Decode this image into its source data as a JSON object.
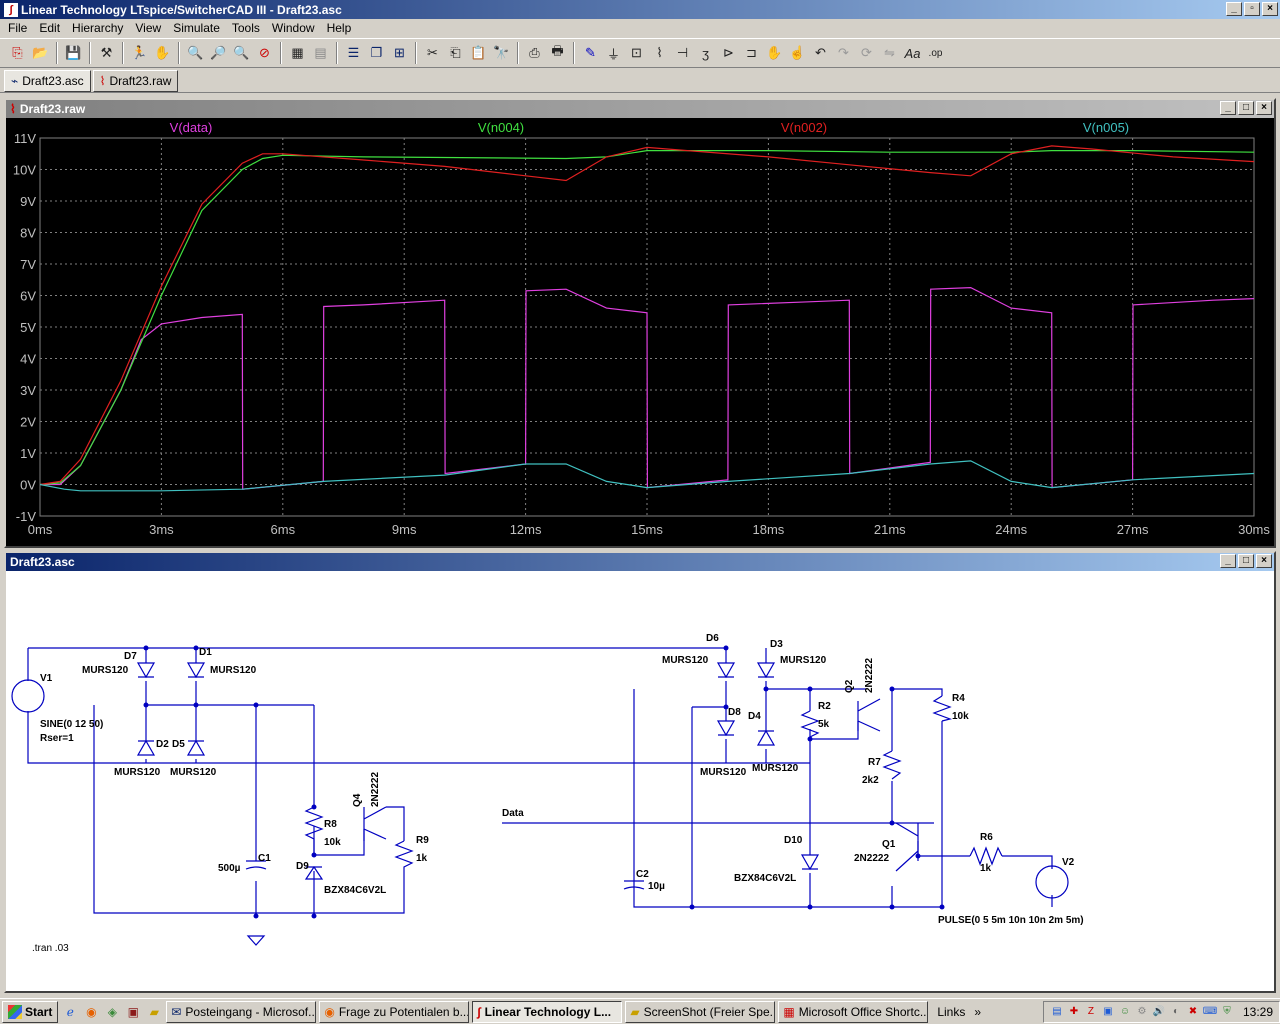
{
  "app": {
    "title": "Linear Technology LTspice/SwitcherCAD III - Draft23.asc",
    "icon": "ltspice-logo-icon"
  },
  "menu": [
    "File",
    "Edit",
    "Hierarchy",
    "View",
    "Simulate",
    "Tools",
    "Window",
    "Help"
  ],
  "toolbar": {
    "icons": [
      "new-schematic-icon",
      "open-icon",
      "save-icon",
      "control-panel-icon",
      "run-icon",
      "halt-icon",
      "zoom-in-icon",
      "zoom-full-icon",
      "zoom-out-icon",
      "zoom-cancel-icon",
      "autorange-icon",
      "grid-icon",
      "tile-horizontal-icon",
      "cascade-icon",
      "tile-icon",
      "cut-icon",
      "copy-icon",
      "paste-icon",
      "find-icon",
      "print-setup-icon",
      "print-icon",
      "draw-wire-icon",
      "ground-icon",
      "label-icon",
      "resistor-icon",
      "capacitor-icon",
      "inductor-icon",
      "diode-icon",
      "component-icon",
      "move-icon",
      "drag-icon",
      "undo-icon",
      "redo-icon",
      "rotate-icon",
      "mirror-icon",
      "text-icon",
      "spice-directive-icon"
    ]
  },
  "tabs": [
    {
      "label": "Draft23.asc",
      "icon": "schematic-icon"
    },
    {
      "label": "Draft23.raw",
      "icon": "waveform-icon"
    }
  ],
  "wave_window": {
    "title": "Draft23.raw"
  },
  "sch_window": {
    "title": "Draft23.asc"
  },
  "chart_data": {
    "type": "line",
    "xlabel": "",
    "ylabel": "",
    "xlim": [
      0,
      30
    ],
    "ylim": [
      -1,
      11
    ],
    "x_ticks": [
      "0ms",
      "3ms",
      "6ms",
      "9ms",
      "12ms",
      "15ms",
      "18ms",
      "21ms",
      "24ms",
      "27ms",
      "30ms"
    ],
    "y_ticks": [
      "-1V",
      "0V",
      "1V",
      "2V",
      "3V",
      "4V",
      "5V",
      "6V",
      "7V",
      "8V",
      "9V",
      "10V",
      "11V"
    ],
    "grid": true,
    "background": "#000000",
    "series": [
      {
        "name": "V(data)",
        "color": "#e040e0",
        "points": [
          [
            0,
            0
          ],
          [
            0.5,
            0
          ],
          [
            1,
            0.6
          ],
          [
            2,
            3.0
          ],
          [
            2.5,
            4.6
          ],
          [
            3,
            5.1
          ],
          [
            4,
            5.3
          ],
          [
            5,
            5.4
          ],
          [
            5.01,
            -0.15
          ],
          [
            7,
            0.1
          ],
          [
            7.01,
            5.65
          ],
          [
            8,
            5.7
          ],
          [
            10,
            5.85
          ],
          [
            10.01,
            0.35
          ],
          [
            12,
            0.65
          ],
          [
            12.01,
            6.15
          ],
          [
            13,
            6.2
          ],
          [
            14,
            5.6
          ],
          [
            15,
            5.45
          ],
          [
            15.01,
            -0.1
          ],
          [
            17,
            0.15
          ],
          [
            17.01,
            5.7
          ],
          [
            19,
            5.8
          ],
          [
            20,
            5.85
          ],
          [
            20.01,
            0.35
          ],
          [
            22,
            0.7
          ],
          [
            22.01,
            6.2
          ],
          [
            23,
            6.25
          ],
          [
            24,
            5.6
          ],
          [
            25,
            5.45
          ],
          [
            25.01,
            -0.1
          ],
          [
            27,
            0.15
          ],
          [
            27.01,
            5.7
          ],
          [
            29,
            5.85
          ],
          [
            30,
            5.9
          ]
        ]
      },
      {
        "name": "V(n004)",
        "color": "#40e040",
        "points": [
          [
            0,
            0
          ],
          [
            0.5,
            0.05
          ],
          [
            1,
            0.6
          ],
          [
            2,
            3.0
          ],
          [
            3,
            6.0
          ],
          [
            4,
            8.7
          ],
          [
            5,
            10.0
          ],
          [
            5.5,
            10.35
          ],
          [
            6,
            10.45
          ],
          [
            8,
            10.4
          ],
          [
            10,
            10.38
          ],
          [
            13,
            10.35
          ],
          [
            14,
            10.4
          ],
          [
            15,
            10.6
          ],
          [
            18,
            10.6
          ],
          [
            21,
            10.55
          ],
          [
            24,
            10.55
          ],
          [
            25,
            10.6
          ],
          [
            27,
            10.6
          ],
          [
            30,
            10.55
          ]
        ]
      },
      {
        "name": "V(n002)",
        "color": "#e02020",
        "points": [
          [
            0,
            0
          ],
          [
            0.5,
            0.1
          ],
          [
            1,
            0.8
          ],
          [
            2,
            3.3
          ],
          [
            3,
            6.3
          ],
          [
            4,
            8.9
          ],
          [
            5,
            10.2
          ],
          [
            5.5,
            10.5
          ],
          [
            6,
            10.5
          ],
          [
            8,
            10.3
          ],
          [
            10,
            10.1
          ],
          [
            12,
            9.8
          ],
          [
            13,
            9.65
          ],
          [
            14,
            10.4
          ],
          [
            15,
            10.7
          ],
          [
            16,
            10.6
          ],
          [
            18,
            10.4
          ],
          [
            20,
            10.15
          ],
          [
            22,
            9.9
          ],
          [
            23,
            9.8
          ],
          [
            24,
            10.5
          ],
          [
            25,
            10.75
          ],
          [
            26,
            10.65
          ],
          [
            28,
            10.4
          ],
          [
            30,
            10.25
          ]
        ]
      },
      {
        "name": "V(n005)",
        "color": "#40c0c0",
        "points": [
          [
            0,
            0
          ],
          [
            0.6,
            -0.15
          ],
          [
            1,
            -0.2
          ],
          [
            3,
            -0.2
          ],
          [
            5,
            -0.15
          ],
          [
            7,
            0.1
          ],
          [
            10,
            0.3
          ],
          [
            12,
            0.65
          ],
          [
            13,
            0.65
          ],
          [
            14,
            0.1
          ],
          [
            15,
            -0.1
          ],
          [
            17,
            0.1
          ],
          [
            20,
            0.35
          ],
          [
            22,
            0.65
          ],
          [
            23,
            0.75
          ],
          [
            24,
            0.1
          ],
          [
            25,
            -0.1
          ],
          [
            27,
            0.15
          ],
          [
            30,
            0.35
          ]
        ]
      }
    ]
  },
  "schematic": {
    "labels": {
      "v1": "V1",
      "v1_value": "SINE(0 12 50)",
      "v1_rser": "Rser=1",
      "d7": "D7",
      "d7_model": "MURS120",
      "d1": "D1",
      "d1_model": "MURS120",
      "d2": "D2",
      "d2_model": "MURS120",
      "d5": "D5",
      "d5_model": "MURS120",
      "c1": "C1",
      "c1_value": "500µ",
      "r8": "R8",
      "r8_value": "10k",
      "d9": "D9",
      "d9_model": "BZX84C6V2L",
      "q4": "Q4",
      "q4_model": "2N2222",
      "r9": "R9",
      "r9_value": "1k",
      "data_label": "Data",
      "d6": "D6",
      "d6_model": "MURS120",
      "d3": "D3",
      "d3_model": "MURS120",
      "d8": "D8",
      "d8_model": "MURS120",
      "d4": "D4",
      "d4_model": "MURS120",
      "q2": "Q2",
      "q2_model": "2N2222",
      "r2": "R2",
      "r2_value": "5k",
      "r4": "R4",
      "r4_value": "10k",
      "r7": "R7",
      "r7_value": "2k2",
      "d10": "D10",
      "d10_model": "BZX84C6V2L",
      "q1": "Q1",
      "q1_model": "2N2222",
      "r6": "R6",
      "r6_value": "1k",
      "v2": "V2",
      "v2_value": "PULSE(0 5 5m 10n 10n 2m 5m)",
      "c2": "C2",
      "c2_value": "10µ",
      "directive": ".tran .03"
    }
  },
  "taskbar": {
    "start": "Start",
    "quicklaunch": [
      "ie-icon",
      "firefox-icon",
      "explorer-icon",
      "winrar-icon",
      "folder-icon"
    ],
    "tasks": [
      {
        "label": "Posteingang - Microsof...",
        "icon": "outlook-icon",
        "active": false
      },
      {
        "label": "Frage zu Potentialen b...",
        "icon": "firefox-icon",
        "active": false
      },
      {
        "label": "Linear Technology L...",
        "icon": "ltspice-icon",
        "active": true
      },
      {
        "label": "ScreenShot (Freier Spe...",
        "icon": "folder-icon",
        "active": false
      },
      {
        "label": "Microsoft Office Shortc...",
        "icon": "office-icon",
        "active": false
      }
    ],
    "links": "Links",
    "clock": "13:29"
  }
}
